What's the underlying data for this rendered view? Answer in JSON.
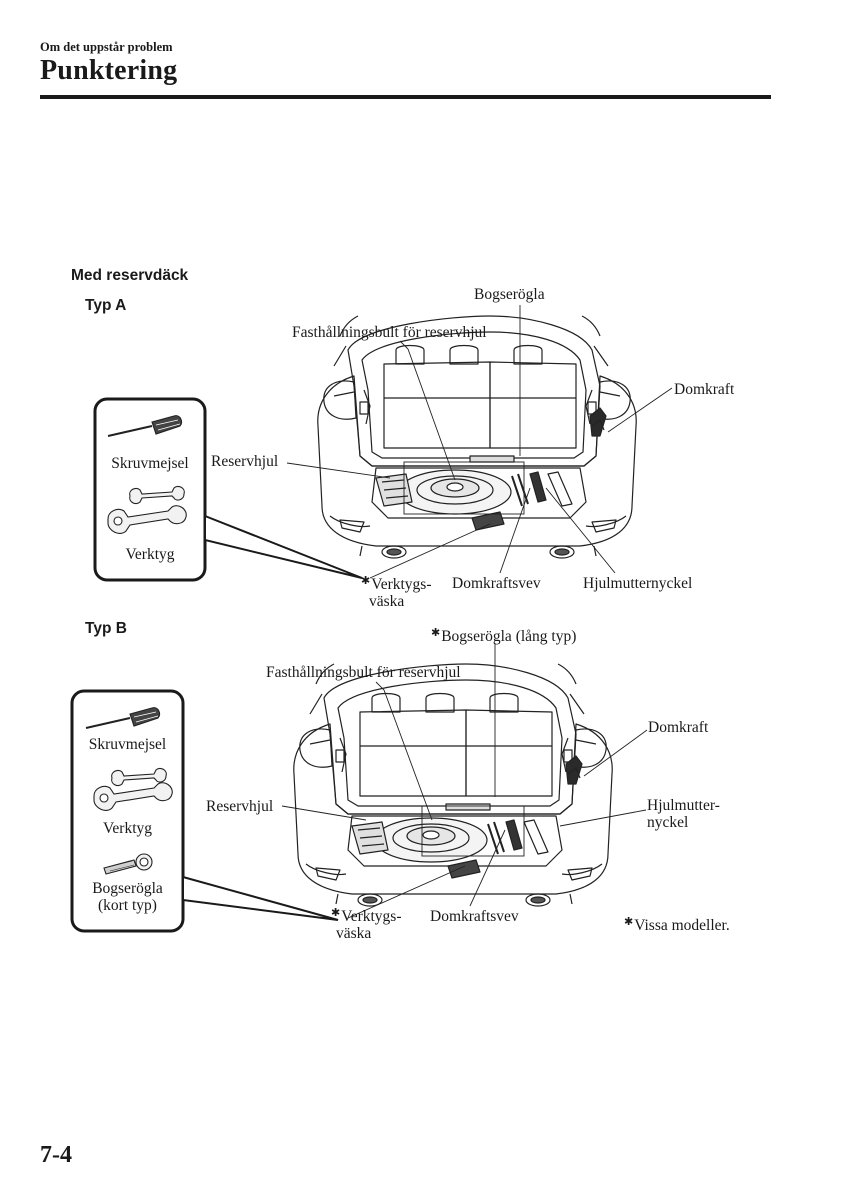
{
  "header": {
    "section": "Om det uppstår problem",
    "title": "Punktering"
  },
  "content": {
    "heading": "Med reservdäck",
    "type_a": {
      "label": "Typ A",
      "tools": [
        "Skruvmejsel",
        "Verktyg"
      ],
      "callouts": {
        "tow_hook": "Bogserögla",
        "spare_bolt": "Fasthållningsbult för reservhjul",
        "jack": "Domkraft",
        "spare_wheel": "Reservhjul",
        "tool_bag_line1": "Verktygs-",
        "tool_bag_line2": "väska",
        "jack_handle": "Domkraftsvev",
        "lug_wrench": "Hjulmutternyckel"
      }
    },
    "type_b": {
      "label": "Typ B",
      "tools": [
        "Skruvmejsel",
        "Verktyg",
        "Bogserögla",
        "(kort typ)"
      ],
      "callouts": {
        "tow_hook_long": "Bogserögla (lång typ)",
        "spare_bolt": "Fasthållningsbult för reservhjul",
        "jack": "Domkraft",
        "spare_wheel": "Reservhjul",
        "lug_wrench_line1": "Hjulmutter-",
        "lug_wrench_line2": "nyckel",
        "tool_bag_line1": "Verktygs-",
        "tool_bag_line2": "väska",
        "jack_handle": "Domkraftsvev"
      }
    },
    "footnote": "Vissa modeller.",
    "asterisk": "✱"
  },
  "footer": {
    "page_number": "7-4"
  }
}
